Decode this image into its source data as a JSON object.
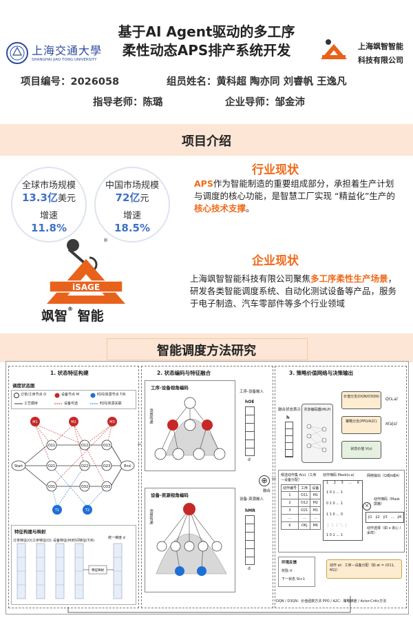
{
  "header": {
    "university_logo_text": "上海交通大學",
    "university_logo_sub": "SHANGHAI JIAO TONG UNIVERSITY",
    "title_line1": "基于AI Agent驱动的多工序",
    "title_line2": "柔性动态APS排产系统开发",
    "company_logo_sub": "iSAGE",
    "company_name_line1": "上海飒智智能",
    "company_name_line2": "科技有限公司"
  },
  "info": {
    "project_no": "项目编号：2026058",
    "members": "组员姓名：黄科超  陶亦同  刘睿帆  王逸凡",
    "advisor": "指导老师：陈璐",
    "enterprise_advisor": "企业导师：邹金沛"
  },
  "intro": {
    "section_title": "项目介绍",
    "global": {
      "label": "全球市场规模",
      "value": "13.3亿",
      "unit": "美元",
      "growth_label": "增速",
      "growth": "11.8%"
    },
    "china": {
      "label": "中国市场规模",
      "value": "72亿",
      "unit": "元",
      "growth_label": "增速",
      "growth": "18.5%"
    },
    "company_logo_text": "iSAGE",
    "company_logo_name": "飒智",
    "company_logo_name2": "智能",
    "registered": "®",
    "industry": {
      "heading": "行业现状",
      "p_hl1": "APS",
      "p_text1": "作为智能制造的重要组成部分，承担着生产计划与调度的核心功能，是智慧工厂实现 “精益化”生产的",
      "p_hl2": "核心技术支撑",
      "p_text2": "。"
    },
    "enterprise": {
      "heading": "企业现状",
      "p_text1": "上海飒智智能科技有限公司聚焦",
      "p_hl1": "多工序柔性生产场景",
      "p_text2": "，研发各类智能调度系统、自动化测试设备等产品，服务于电子制造、汽车零部件等多个行业领域"
    }
  },
  "method": {
    "section_title": "智能调度方法研究",
    "panel1": {
      "title": "1. 状态特征构建",
      "sub_title": "调度状态图",
      "legend": [
        "订单/工序节点 O",
        "设备节点 M",
        "时间/资源节点 T/R",
        "工艺顺序",
        "设备可选",
        "时间/资源关联"
      ],
      "nodes_m": [
        "M1",
        "M2",
        "M3"
      ],
      "nodes_o": [
        "O11",
        "O12",
        "O13",
        "O21",
        "O22",
        "O23",
        "O31",
        "O32",
        "O33"
      ],
      "nodes_t": [
        "T1",
        "T2"
      ],
      "start": "Start",
      "end": "End",
      "feature_title": "特征构建与映射",
      "features": [
        "订单特征(O)",
        "工序特征(O)",
        "设备特征(M)",
        "时间特征(T/R)"
      ],
      "unify": "统一维度 d",
      "mapping": "特征映射"
    },
    "panel2": {
      "title": "2. 状态编码与特征融合",
      "view1": "工序-设备视角编码",
      "view2": "设备-资源视角编码",
      "msg": "消息传递",
      "embed1": "工序-设备嵌入",
      "embed2": "设备-资源嵌入",
      "h1": "hOE",
      "h2": "hMR",
      "fuse": "融合",
      "d": "d"
    },
    "panel3": {
      "title": "3. 策略价值网络与决策输出",
      "fused": "融合状态表示",
      "h": "h",
      "encoder": "共享编码器(MLP)",
      "value_branch": "价值分支(DQN/D3QN)",
      "policy_branch": "策略分支(PPO/A2C)",
      "state_value": "状态价值 V(s)",
      "q_out": "Q(s,a)",
      "pi_out": "π(a|s)",
      "action_table_title": "候选动作集 A(s)（工序—设备分配）",
      "table_head": [
        "动作编号",
        "工序",
        "设备"
      ],
      "table_rows": [
        [
          "1",
          "O11",
          "M1"
        ],
        [
          "2",
          "O12",
          "M2"
        ],
        [
          "3",
          "O21",
          "M1"
        ],
        [
          "...",
          "...",
          "..."
        ],
        [
          "K",
          "OKj",
          "MK"
        ]
      ],
      "mask_title": "动作掩码 Mask(s,a)",
      "mask_cols": [
        "1",
        "2",
        "3",
        "...",
        "K"
      ],
      "net_output": "网络输出（Q或π或A）",
      "masked": "动作掩码（Mask 屏蔽）",
      "select": "动作选择（如 ε-贪心 / 采样）",
      "y_labels": [
        "ŷ1",
        "ŷ2",
        "ŷ3",
        "...",
        "ŷK"
      ],
      "env_title": "环境反馈",
      "reward": "奖励 rt",
      "next_state": "下一状态 St+1",
      "action_box": "动作 at：工序—设备分配（如 at = (O11, M2)）",
      "footer": "DQN / D3QN：价值函数方法        PPO / A2C：策略梯度 / Actor-Critic方法"
    }
  }
}
